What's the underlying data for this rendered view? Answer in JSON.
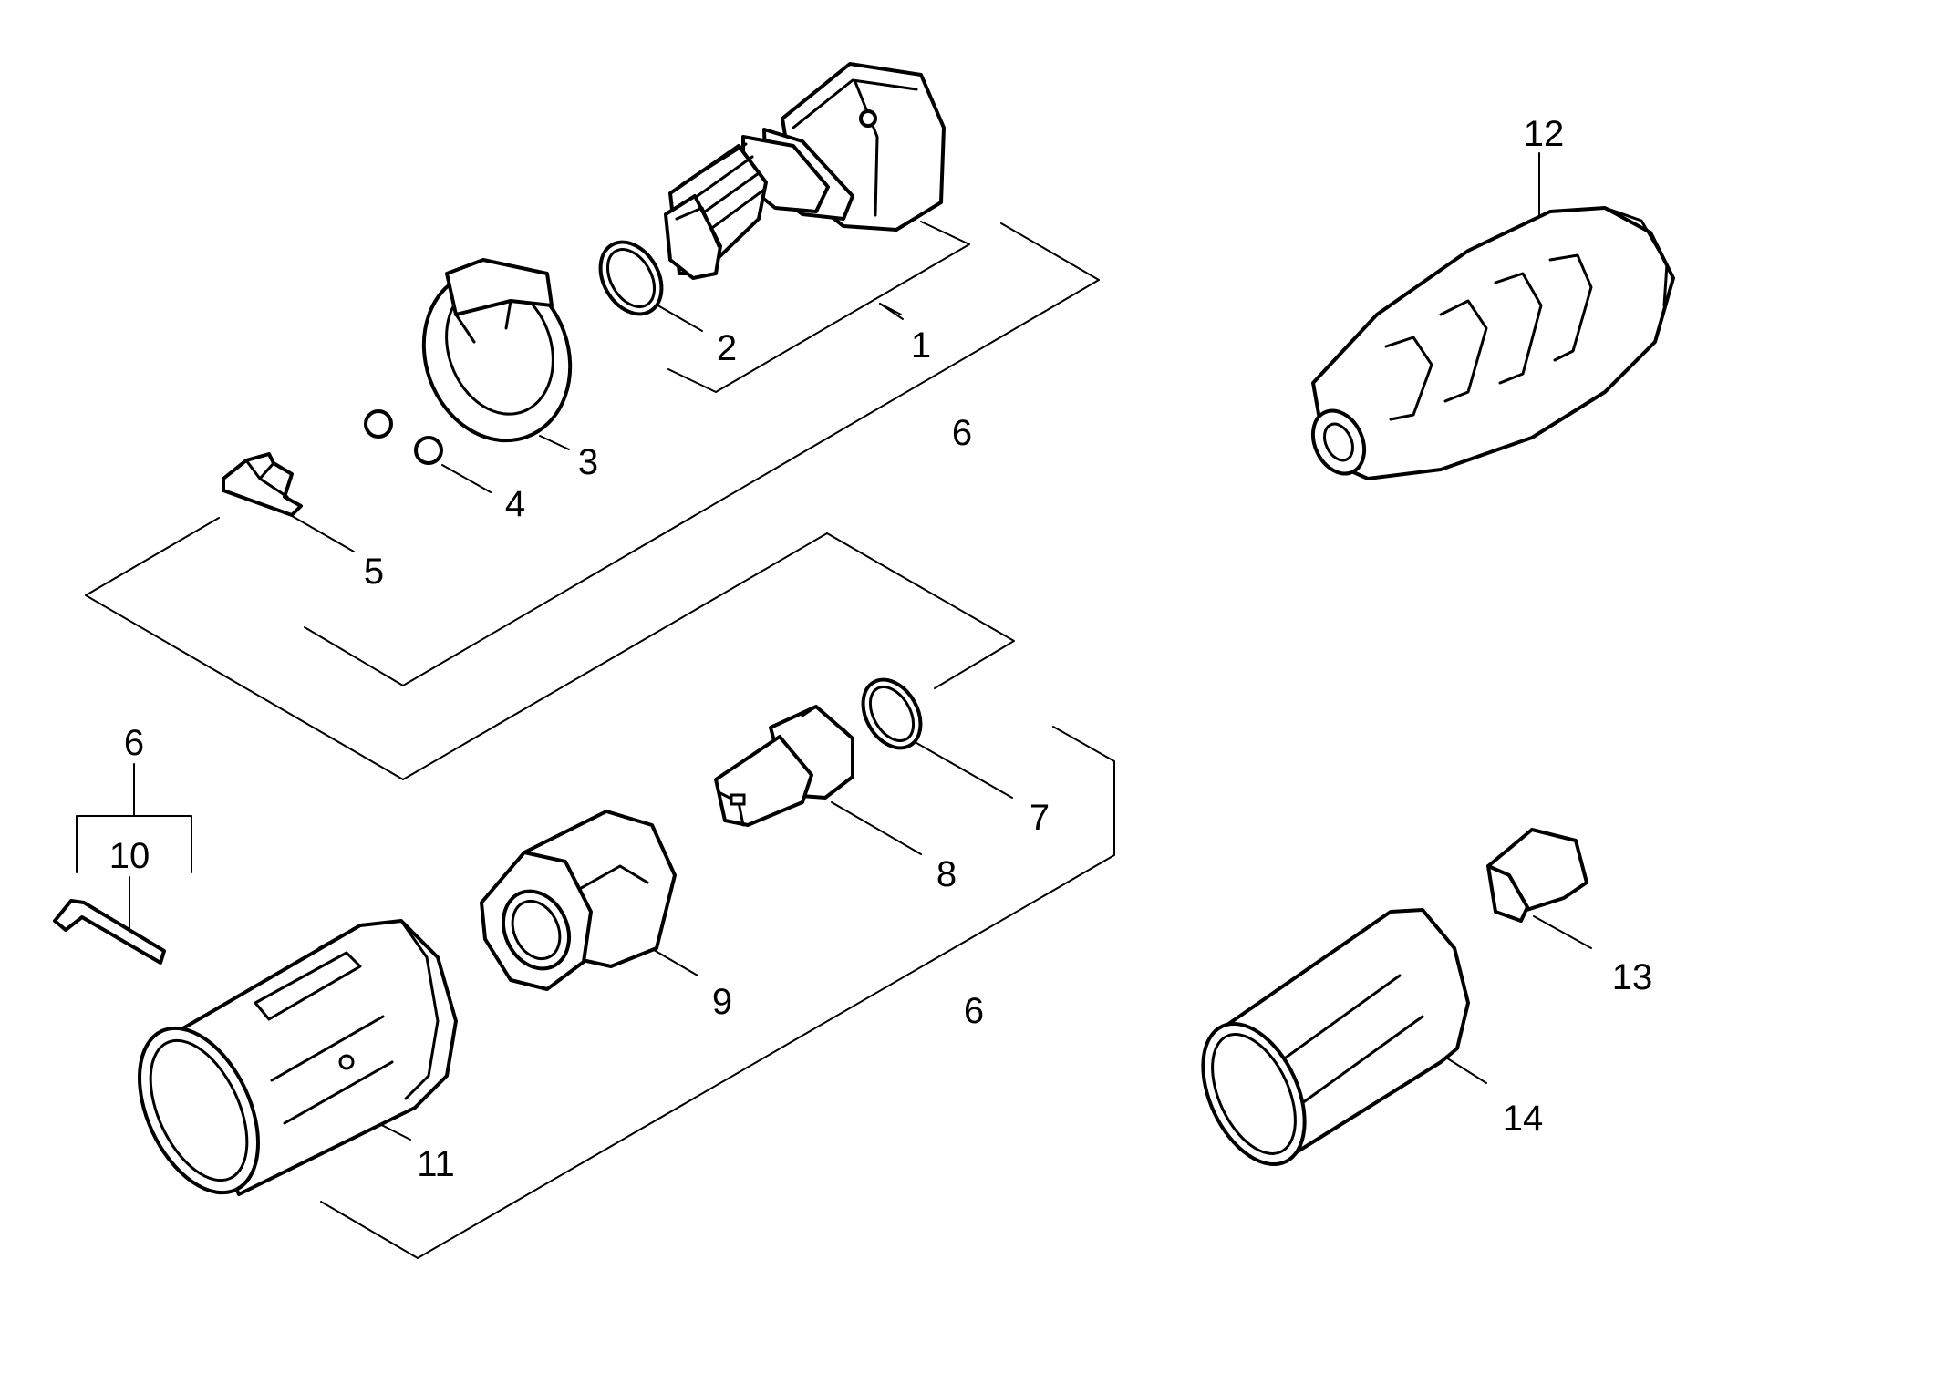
{
  "labels": {
    "p1": "1",
    "p2": "2",
    "p3": "3",
    "p4": "4",
    "p5": "5",
    "p6_top": "6",
    "p6_left": "6",
    "p6_bottom": "6",
    "p7": "7",
    "p8": "8",
    "p9": "9",
    "p10": "10",
    "p11": "11",
    "p12": "12",
    "p13": "13",
    "p14": "14"
  }
}
